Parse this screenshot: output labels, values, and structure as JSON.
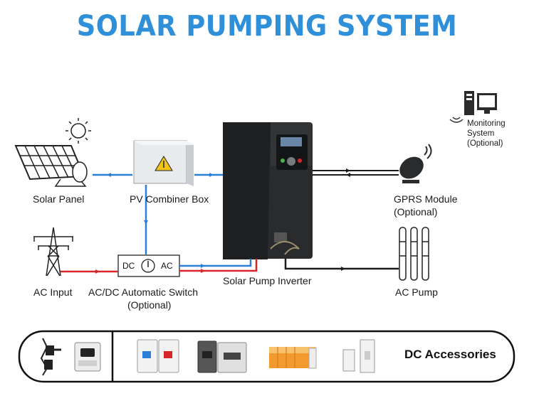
{
  "title": "SOLAR PUMPING SYSTEM",
  "labels": {
    "solar_panel": "Solar Panel",
    "pv_combiner_box": "PV Combiner Box",
    "monitoring_line1": "Monitoring",
    "monitoring_line2": "System",
    "monitoring_line3": "(Optional)",
    "gprs_line1": "GPRS Module",
    "gprs_line2": "(Optional)",
    "ac_input": "AC Input",
    "switch_line1": "AC/DC Automatic Switch",
    "switch_line2": "(Optional)",
    "inverter": "Solar Pump Inverter",
    "ac_pump": "AC Pump",
    "switch_dc": "DC",
    "switch_ac": "AC",
    "dc_accessories": "DC Accessories"
  },
  "colors": {
    "title": "#2f8fd8",
    "dc_line": "#2b7fd6",
    "ac_line": "#d7262a",
    "signal_line": "#1b1b1b",
    "inverter_body": "#2a2b2d"
  },
  "icons": [
    "sun-icon",
    "solar-panel-icon",
    "combiner-box-icon",
    "inverter-icon",
    "monitoring-computer-icon",
    "satellite-dish-icon",
    "power-tower-icon",
    "pump-icon",
    "mc4-connector-icon",
    "isolator-switch-icon",
    "breaker-icon",
    "surge-protector-icon",
    "fuse-holder-icon"
  ]
}
